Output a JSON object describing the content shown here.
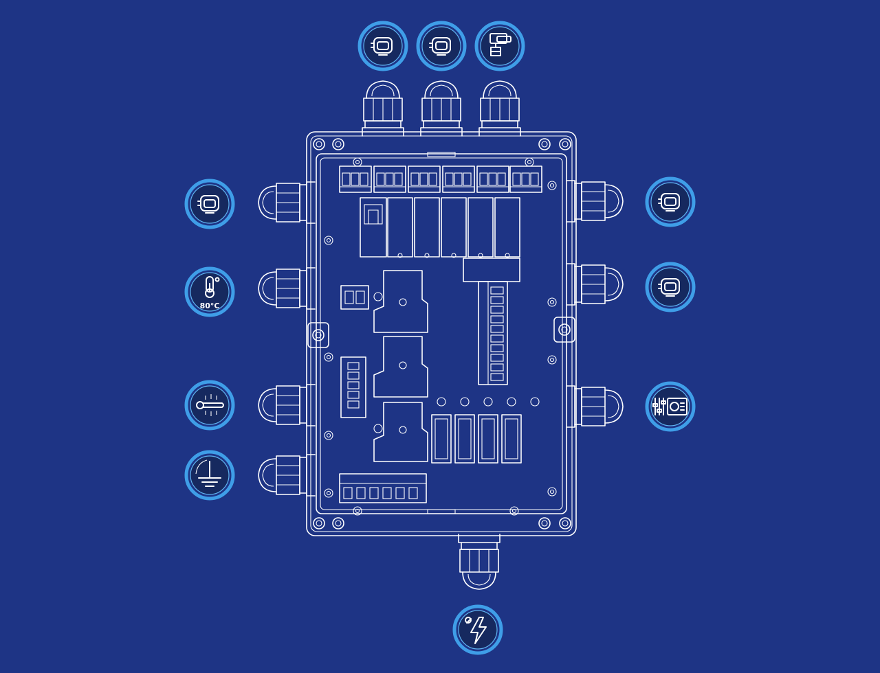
{
  "diagram": {
    "temperature_label": "80°C",
    "colors": {
      "background": "#1e3485",
      "line": "#ffffff",
      "accent_ring": "#3f9ee8"
    },
    "connection_icons": [
      {
        "name": "pump-icon",
        "side": "top"
      },
      {
        "name": "pump-icon",
        "side": "top"
      },
      {
        "name": "valve-actuator-icon",
        "side": "top"
      },
      {
        "name": "pump-icon",
        "side": "left"
      },
      {
        "name": "thermometer-icon",
        "side": "left"
      },
      {
        "name": "heating-element-icon",
        "side": "left"
      },
      {
        "name": "ground-icon",
        "side": "left"
      },
      {
        "name": "pump-icon",
        "side": "right"
      },
      {
        "name": "pump-icon",
        "side": "right"
      },
      {
        "name": "control-panel-icon",
        "side": "right"
      },
      {
        "name": "power-supply-icon",
        "side": "bottom"
      }
    ]
  }
}
